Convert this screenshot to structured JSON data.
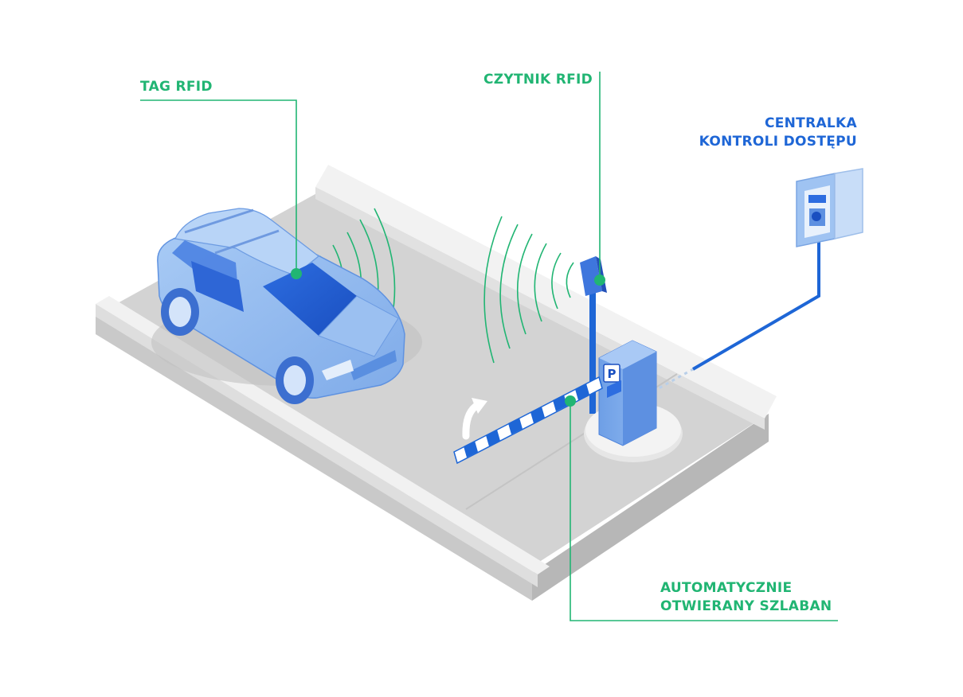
{
  "labels": {
    "tag": "TAG RFID",
    "reader": "CZYTNIK RFID",
    "central_line1": "CENTRALKA",
    "central_line2": "KONTROLI DOSTĘPU",
    "barrier_line1": "AUTOMATYCZNIE",
    "barrier_line2": "OTWIERANY SZLABAN"
  },
  "terminal": {
    "sign": "P"
  },
  "colors": {
    "callout_green": "#21b573",
    "title_blue": "#1e66d6",
    "vehicle_blue": "#8db8ef",
    "vehicle_dark": "#2a6fe0",
    "road_gray": "#d2d2d2",
    "curb_light": "#efefef",
    "slab_side": "#bdbdbd"
  },
  "icons": [
    "rfid-tag-icon",
    "rfid-reader-icon",
    "access-control-panel-icon",
    "parking-sign-icon",
    "rotate-arrow-icon"
  ]
}
